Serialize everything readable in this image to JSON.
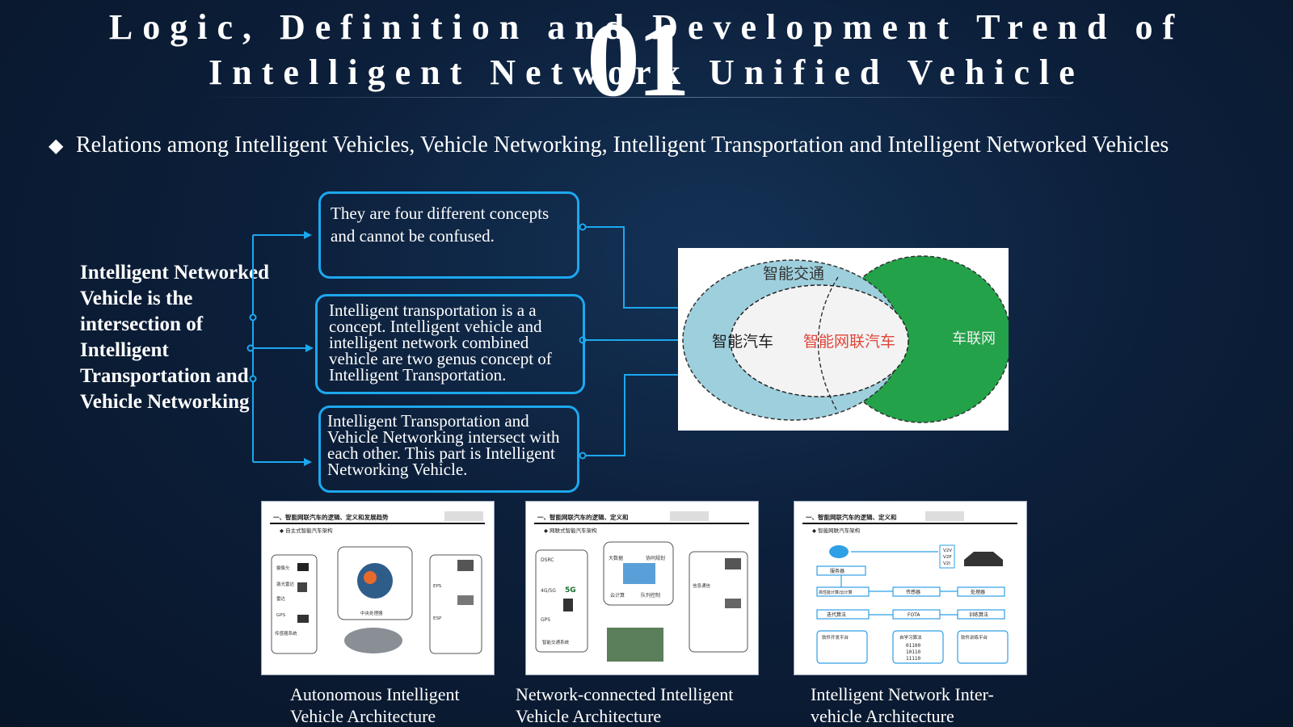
{
  "title": {
    "line1": "Logic, Definition and Development Trend of",
    "line2": "Intelligent Network Unified Vehicle",
    "section_number": "01"
  },
  "subtitle": {
    "bullet": "◆",
    "text": "Relations among Intelligent Vehicles, Vehicle Networking, Intelligent Transportation and Intelligent Networked Vehicles"
  },
  "left_statement": "Intelligent Networked Vehicle is the intersection of Intelligent Transportation and Vehicle Networking",
  "boxes": [
    "They are four different concepts and cannot be confused.",
    "Intelligent transportation is a a concept. Intelligent vehicle and intelligent network combined vehicle are two genus concept of Intelligent Transportation.",
    "Intelligent Transportation and Vehicle Networking intersect with each other. This part is Intelligent Networking Vehicle."
  ],
  "venn": {
    "outer_label": "智能交通",
    "left_label": "智能汽车",
    "center_label": "智能网联汽车",
    "right_label": "车联网",
    "colors": {
      "blue_ring": "#9ecfdd",
      "inner_fill": "#f3f3f3",
      "green": "#23a24a",
      "center_text": "#e0453a"
    }
  },
  "thumbnails": [
    {
      "header": "一、智能网联汽车的逻辑、定义和发展趋势",
      "sub": "◆ 自主式智能汽车架构",
      "labels": [
        "摄像头",
        "激光雷达",
        "雷达",
        "GPS",
        "中央处理器",
        "EPS",
        "ESP",
        "传感器系统"
      ],
      "caption": "Autonomous Intelligent Vehicle Architecture"
    },
    {
      "header": "一、智能网联汽车的逻辑、定义和",
      "sub": "◆ 网联式智能汽车架构",
      "labels": [
        "DSRC",
        "4G/5G",
        "5G",
        "GPS",
        "大数据",
        "协同规划",
        "云计算",
        "队列控制",
        "信息通信",
        "智能交通系统"
      ],
      "caption": "Network-connected Intelligent Vehicle Architecture"
    },
    {
      "header": "一、智能网联汽车的逻辑、定义和",
      "sub": "◆ 智能网联汽车架构",
      "labels": [
        "V2V",
        "V2P",
        "V2I",
        "服务器",
        "高性能计算/云计算",
        "传感器",
        "处理器",
        "迭代算法",
        "FOTA",
        "训练算法",
        "软件开发平台",
        "自学习算法",
        "软件训练平台",
        "01100",
        "10110",
        "11110"
      ],
      "caption": "Intelligent Network Inter-vehicle Architecture"
    }
  ],
  "colors": {
    "accent": "#1ca8ef",
    "background": "#0c1f3a",
    "text": "#ffffff"
  }
}
